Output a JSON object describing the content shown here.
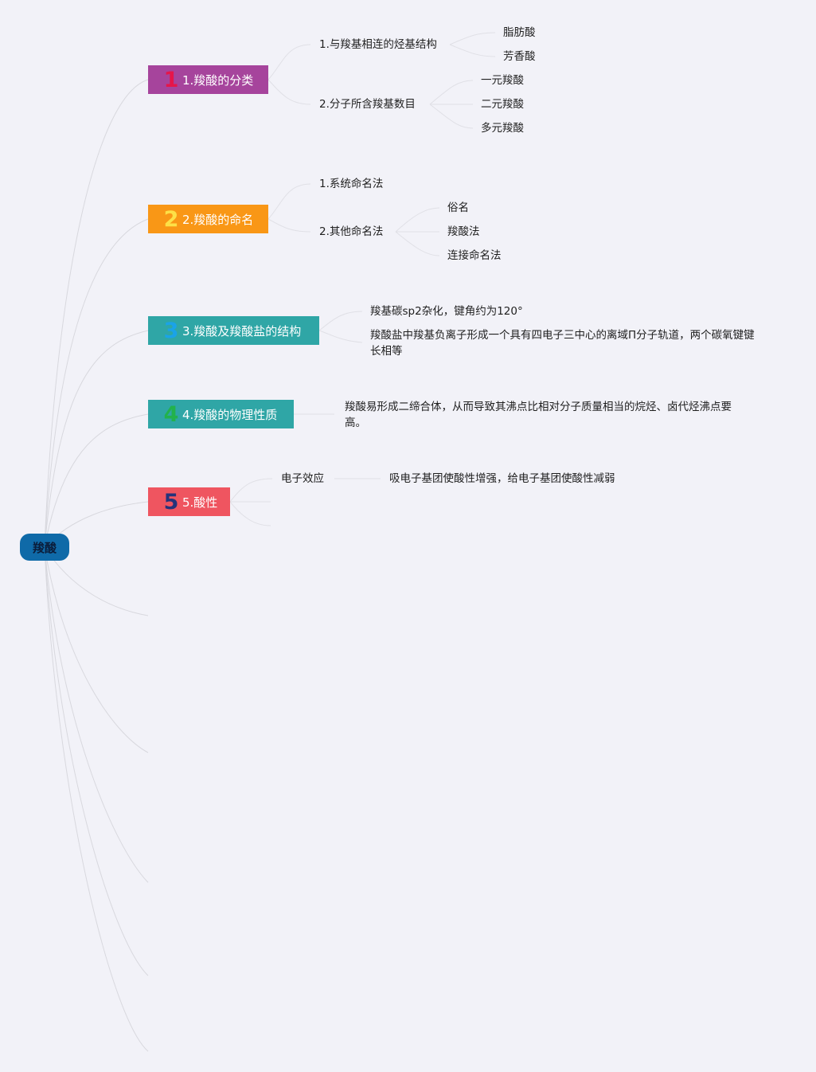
{
  "root": {
    "label": "羧酸",
    "color": "#0f6aa8"
  },
  "branches": [
    {
      "num": "1",
      "label": "1.羧酸的分类",
      "bg": "#a6449c",
      "num_color": "#e5164a",
      "children": [
        {
          "label": "1.与羧基相连的烃基结构",
          "children": [
            "脂肪酸",
            "芳香酸"
          ]
        },
        {
          "label": "2.分子所含羧基数目",
          "children": [
            "一元羧酸",
            "二元羧酸",
            "多元羧酸"
          ]
        }
      ]
    },
    {
      "num": "2",
      "label": "2.羧酸的命名",
      "bg": "#f99716",
      "num_color": "#fde047",
      "children": [
        {
          "label": "1.系统命名法",
          "children": []
        },
        {
          "label": "2.其他命名法",
          "children": [
            "俗名",
            "羧酸法",
            "连接命名法"
          ]
        }
      ]
    },
    {
      "num": "3",
      "label": "3.羧酸及羧酸盐的结构",
      "bg": "#2fa6a6",
      "num_color": "#1aa3e8",
      "children": [
        {
          "label": "羧基碳sp2杂化，键角约为120°"
        },
        {
          "label": "羧酸盐中羧基负离子形成一个具有四电子三中心的离域Π分子轨道，两个碳氧键键长相等"
        }
      ]
    },
    {
      "num": "4",
      "label": "4.羧酸的物理性质",
      "bg": "#2fa6a6",
      "num_color": "#22b24c",
      "children": [
        {
          "label": "羧酸易形成二缔合体，从而导致其沸点比相对分子质量相当的烷烃、卤代烃沸点要高。"
        }
      ]
    },
    {
      "num": "5",
      "label": "5.酸性",
      "bg": "#ef5560",
      "num_color": "#25337a",
      "children": [
        {
          "label": "电子效应",
          "children": [
            "吸电子基团使酸性增强，给电子基团使酸性减弱"
          ]
        }
      ]
    }
  ]
}
